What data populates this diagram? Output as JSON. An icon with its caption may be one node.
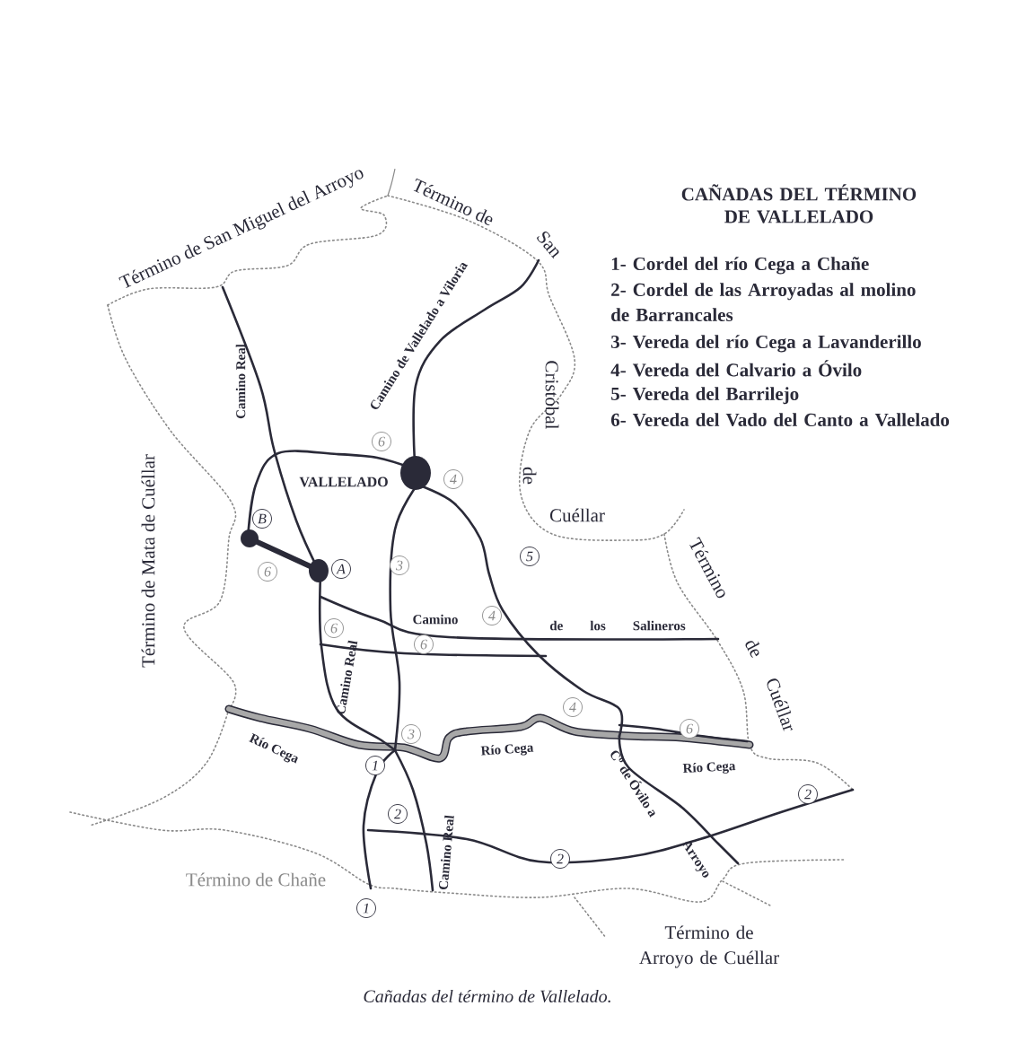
{
  "diagram": {
    "title": "CAÑADAS DEL TÉRMINO DE VALLELADO",
    "caption": "Cañadas del término de Vallelado.",
    "labels": [
      "1- Cordel del río Cega a Chañe",
      "2- Cordel de las Arroyadas al molino de Barrancales",
      "3- Vereda del río Cega a Lavanderillo",
      "4- Vereda del Calvario a Óvilo",
      "5- Vereda del Barrilejo",
      "6- Vereda del Vado del Canto a Vallelado",
      "Término de San Miguel del Arroyo",
      "Término de",
      "San",
      "Cristóbal",
      "de",
      "Cuéllar",
      "Camino Real",
      "Camino de Vallelado a Viloria",
      "6",
      "VALLELADO",
      "4",
      "Término de Mata de Cuéllar",
      "B",
      "5",
      "6",
      "A",
      "3",
      "Término",
      "6",
      "Camino",
      "4",
      "de los Salineros",
      "6",
      "de",
      "Camino Real",
      "Cuéllar",
      "4",
      "6",
      "3",
      "Río Cega",
      "Río Cega",
      "1",
      "Río Cega",
      "2",
      "C$^{o}$ de Óvilo a",
      "2",
      "Camino Real",
      "2",
      "Arroyo",
      "Término de Chañe",
      "1",
      "Término de Arroyo de Cuéllar"
    ]
  }
}
